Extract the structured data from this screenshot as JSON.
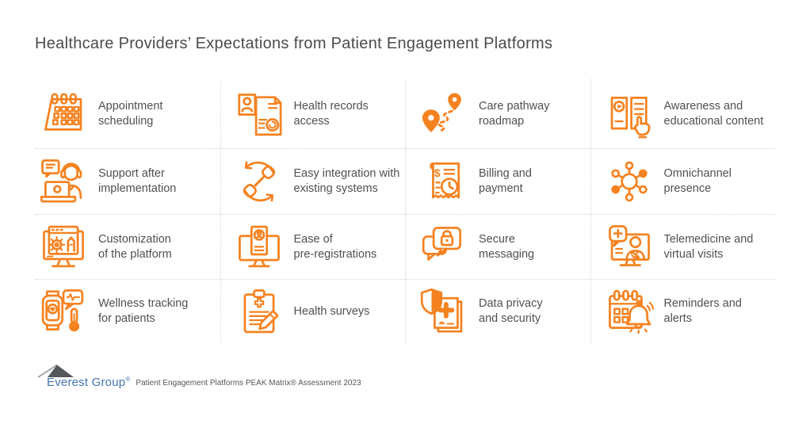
{
  "page": {
    "title": "Healthcare Providers’ Expectations from Patient Engagement Platforms"
  },
  "colors": {
    "accent_orange": "#F58220",
    "text_dark": "#4F5054",
    "divider_gray": "#D4D4D6",
    "logo_blue": "#4374B4",
    "mountain_gray": "#54575C"
  },
  "icons": {
    "dollar_sign": "$"
  },
  "grid": {
    "items": [
      {
        "label": "Appointment\nscheduling",
        "icon": "calendar-icon"
      },
      {
        "label": "Health records\naccess",
        "icon": "health-record-document-icon"
      },
      {
        "label": "Care pathway\nroadmap",
        "icon": "route-map-pins-icon"
      },
      {
        "label": "Awareness and\neducational content",
        "icon": "ebook-play-hand-icon"
      },
      {
        "label": "Support after\nimplementation",
        "icon": "support-agent-laptop-icon"
      },
      {
        "label": "Easy integration with\nexisting systems",
        "icon": "plug-integration-icon"
      },
      {
        "label": "Billing and\npayment",
        "icon": "billing-receipt-clock-icon"
      },
      {
        "label": "Omnichannel\npresence",
        "icon": "network-hub-icon"
      },
      {
        "label": "Customization\nof the platform",
        "icon": "platform-customization-monitor-icon"
      },
      {
        "label": "Ease of\npre-registrations",
        "icon": "pre-registration-monitor-icon"
      },
      {
        "label": "Secure\nmessaging",
        "icon": "secure-chat-lock-icon"
      },
      {
        "label": "Telemedicine and\nvirtual visits",
        "icon": "telemedicine-doctor-monitor-icon"
      },
      {
        "label": "Wellness tracking\nfor patients",
        "icon": "wellness-smartwatch-icon"
      },
      {
        "label": "Health surveys",
        "icon": "survey-clipboard-pencil-icon"
      },
      {
        "label": "Data privacy\nand security",
        "icon": "privacy-shield-document-icon"
      },
      {
        "label": "Reminders and\nalerts",
        "icon": "reminder-bell-calendar-icon"
      }
    ]
  },
  "footer": {
    "logo_text": "Everest Group",
    "logo_registered": "®",
    "caption": "Patient Engagement Platforms PEAK Matrix® Assessment 2023"
  }
}
